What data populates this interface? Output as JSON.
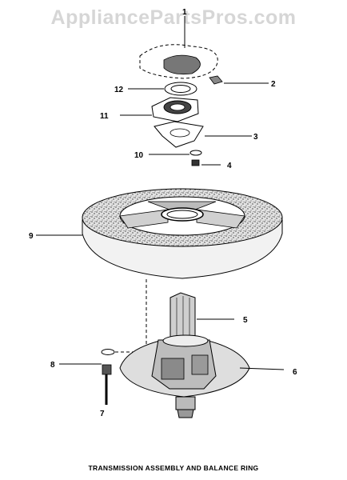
{
  "watermark": "AppliancePartsPros.com",
  "caption": "TRANSMISSION ASSEMBLY AND BALANCE RING",
  "callouts": {
    "c1": "1",
    "c2": "2",
    "c3": "3",
    "c4": "4",
    "c5": "5",
    "c6": "6",
    "c7": "7",
    "c8": "8",
    "c9": "9",
    "c10": "10",
    "c11": "11",
    "c12": "12"
  }
}
